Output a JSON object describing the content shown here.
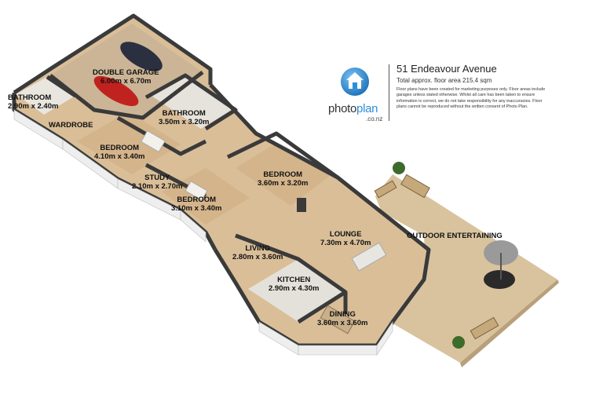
{
  "property": {
    "address": "51 Endeavour Avenue",
    "area_text": "Total approx. floor area 215.4 sqm",
    "disclaimer": "Floor plans have been created for marketing purposes only. Floor areas include garages unless stated otherwise. Whilst all care has been taken to ensure information is correct, we do not take responsibility for any inaccuracies. Floor plans cannot be reproduced without the written consent of Photo Plan."
  },
  "brand": {
    "name_a": "photo",
    "name_b": "plan",
    "sub": ".co.nz"
  },
  "colors": {
    "floor": "#d9bf9a",
    "wall_top": "#3a3a3a",
    "wall_face": "#ededed",
    "deck": "#d8c29c",
    "brand_blue": "#2e8fd8"
  },
  "rooms": [
    {
      "id": "garage",
      "name": "DOUBLE GARAGE",
      "dims": "6.00m x 6.70m"
    },
    {
      "id": "bath1",
      "name": "BATHROOM",
      "dims": "2.90m x 2.40m"
    },
    {
      "id": "bath2",
      "name": "BATHROOM",
      "dims": "3.50m x 3.20m"
    },
    {
      "id": "wardrobe",
      "name": "WARDROBE",
      "dims": ""
    },
    {
      "id": "bed1",
      "name": "BEDROOM",
      "dims": "4.10m x 3.40m"
    },
    {
      "id": "study",
      "name": "STUDY",
      "dims": "2.10m x 2.70m"
    },
    {
      "id": "bed2",
      "name": "BEDROOM",
      "dims": "3.10m x 3.40m"
    },
    {
      "id": "bed3",
      "name": "BEDROOM",
      "dims": "3.60m x 3.20m"
    },
    {
      "id": "lounge",
      "name": "LOUNGE",
      "dims": "7.30m x 4.70m"
    },
    {
      "id": "living",
      "name": "LIVING",
      "dims": "2.80m x 3.60m"
    },
    {
      "id": "kitchen",
      "name": "KITCHEN",
      "dims": "2.90m x 4.30m"
    },
    {
      "id": "dining",
      "name": "DINING",
      "dims": "3.60m x 3.60m"
    },
    {
      "id": "outdoor",
      "name": "OUTDOOR ENTERTAINING",
      "dims": ""
    }
  ]
}
